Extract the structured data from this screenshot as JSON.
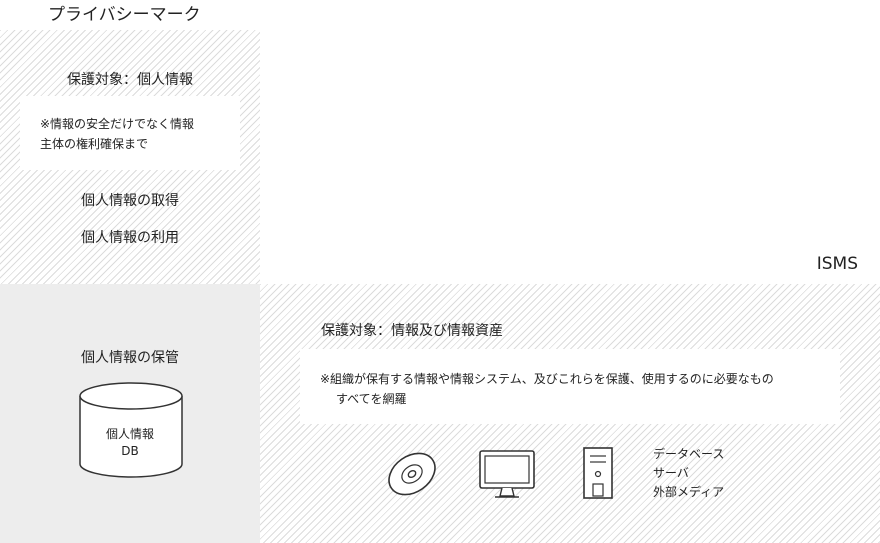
{
  "privacy_mark": {
    "title": "プライバシーマーク",
    "target": "保護対象：個人情報",
    "note_line1": "※情報の安全だけでなく情報",
    "note_line2": "主体の権利確保まで",
    "items": [
      "個人情報の取得",
      "個人情報の利用"
    ]
  },
  "overlap": {
    "label": "個人情報の保管",
    "db_line1": "個人情報",
    "db_line2": "DB"
  },
  "isms": {
    "title": "ISMS",
    "target": "保護対象：情報及び情報資産",
    "note_line1": "※組織が保有する情報や情報システム、及びこれらを保護、使用するのに必要なもの",
    "note_line2": "すべてを網羅",
    "media": [
      "データベース",
      "サーバ",
      "外部メディア"
    ]
  },
  "icons": [
    "disc-icon",
    "monitor-icon",
    "server-tower-icon",
    "database-cylinder-icon"
  ]
}
